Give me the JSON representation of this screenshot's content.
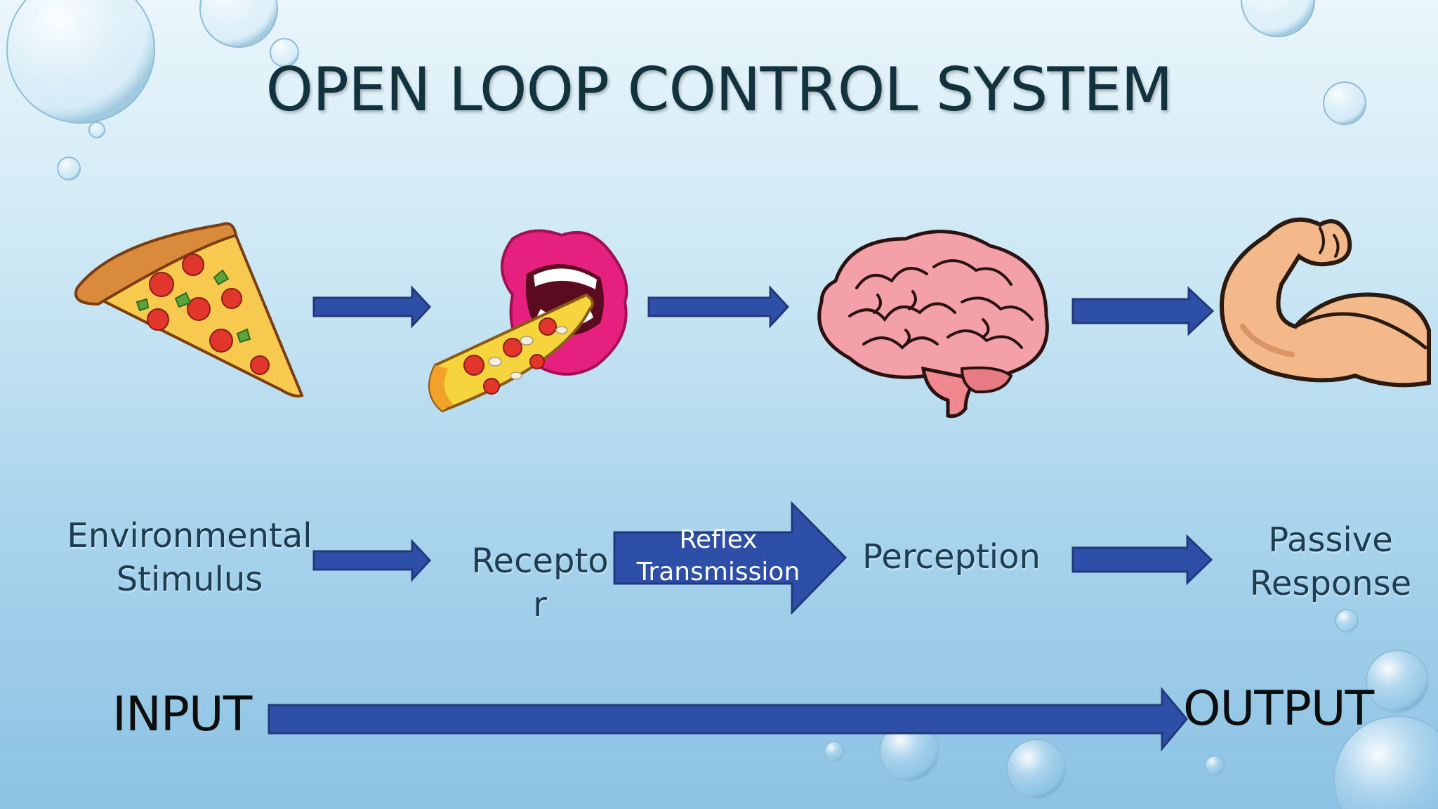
{
  "title": "OPEN LOOP CONTROL SYSTEM",
  "images": [
    {
      "name": "pizza-slice-icon"
    },
    {
      "name": "mouth-eating-pizza-icon"
    },
    {
      "name": "brain-icon"
    },
    {
      "name": "flexed-arm-icon"
    }
  ],
  "stages": [
    {
      "label": "Environmental\nStimulus"
    },
    {
      "label": "Recepto\nr"
    },
    {
      "label": "Perception"
    },
    {
      "label": "Passive\nResponse"
    }
  ],
  "reflex_label": "Reflex\nTransmission",
  "input_label": "INPUT",
  "output_label": "OUTPUT",
  "colors": {
    "arrow_fill": "#2e4fa7",
    "arrow_stroke": "#22397a",
    "title": "#12323d",
    "label": "#1d3e52"
  }
}
